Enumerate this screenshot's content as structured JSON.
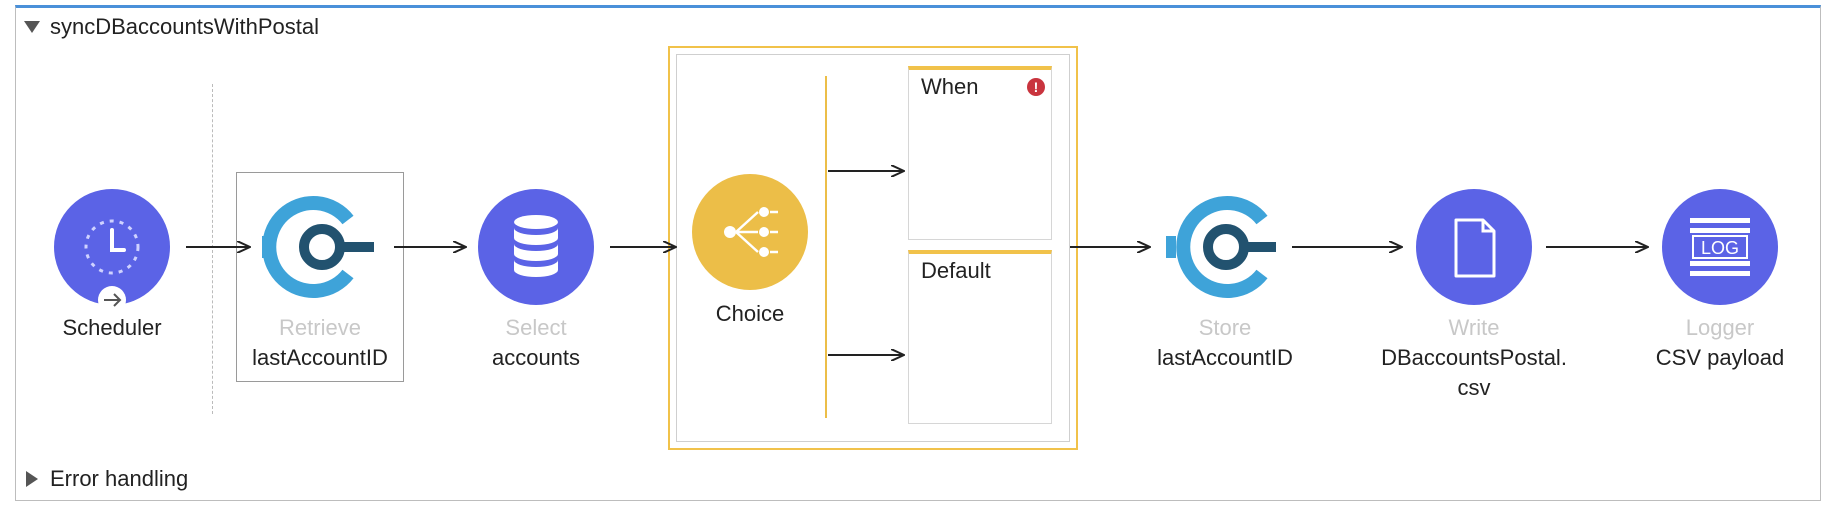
{
  "flow": {
    "title": "syncDBaccountsWithPostal",
    "error_handling_label": "Error handling"
  },
  "components": {
    "scheduler": {
      "main": "Scheduler"
    },
    "retrieve": {
      "type": "Retrieve",
      "main": "lastAccountID"
    },
    "select": {
      "type": "Select",
      "main": "accounts"
    },
    "choice": {
      "main": "Choice",
      "when_label": "When",
      "default_label": "Default",
      "warning_glyph": "!"
    },
    "store": {
      "type": "Store",
      "main": "lastAccountID"
    },
    "write": {
      "type": "Write",
      "main_line1": "DBaccountsPostal.",
      "main_line2": "csv"
    },
    "logger": {
      "type": "Logger",
      "main": "CSV payload",
      "icon_text": "LOG"
    }
  },
  "colors": {
    "accent_blue": "#4a90d9",
    "connector_purple": "#5b63e6",
    "store_cyan": "#3ea3d9",
    "store_dark": "#22526f",
    "choice_gold": "#ecbe48",
    "warning_red": "#c9343e"
  },
  "icons": {
    "scheduler": "clock-icon",
    "retrieve": "object-store-icon",
    "select": "database-icon",
    "choice": "branch-icon",
    "store": "object-store-icon",
    "write": "file-icon",
    "logger": "log-icon"
  }
}
